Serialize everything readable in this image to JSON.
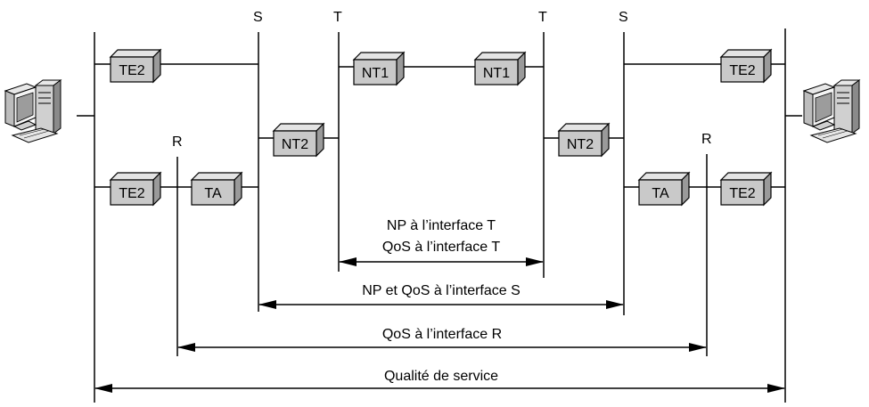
{
  "interface_labels": {
    "s_left": "S",
    "t_left": "T",
    "t_right": "T",
    "s_right": "S",
    "r_left": "R",
    "r_right": "R"
  },
  "devices": {
    "te2_top_left": "TE2",
    "te2_bottom_left": "TE2",
    "ta_left": "TA",
    "nt2_left": "NT2",
    "nt1_left": "NT1",
    "nt1_right": "NT1",
    "nt2_right": "NT2",
    "ta_right": "TA",
    "te2_top_right": "TE2",
    "te2_bottom_right": "TE2"
  },
  "spans": {
    "t_line1": "NP à l’interface T",
    "t_line2": "QoS à l’interface T",
    "s": "NP et QoS à l’interface S",
    "r": "QoS à l’interface R",
    "overall": "Qualité de service"
  },
  "icons": {
    "left": "computer-icon",
    "right": "computer-icon"
  }
}
